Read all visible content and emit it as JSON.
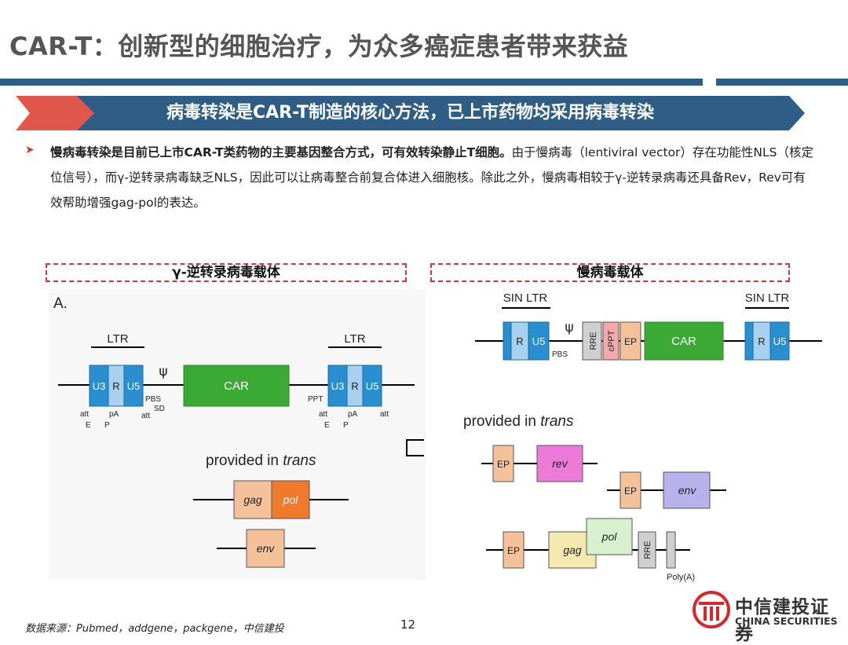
{
  "title": "CAR-T：创新型的细胞治疗，为众多癌症患者带来获益",
  "banner": "病毒转染是CAR-T制造的核心方法，已上市药物均采用病毒转染",
  "paragraph": {
    "bold": "慢病毒转染是目前已上市CAR-T类药物的主要基因整合方式，可有效转染静止T细胞。",
    "rest": "由于慢病毒（lentiviral vector）存在功能性NLS（核定位信号），而γ-逆转录病毒缺乏NLS，因此可以让病毒整合前复合体进入细胞核。除此之外，慢病毒相较于γ-逆转录病毒还具备Rev，Rev可有效帮助增强gag-pol的表达。"
  },
  "left_section": {
    "label": "γ-逆转录病毒载体",
    "panel_letter": "A.",
    "ltr_left": "LTR",
    "ltr_right": "LTR",
    "psi": "ψ",
    "u3": "U3",
    "r": "R",
    "u5": "U5",
    "car": "CAR",
    "pbs_sd": "PBS\nSD",
    "ppt": "PPT",
    "att": "att",
    "e": "E",
    "pa": "pA",
    "p": "P",
    "trans_prefix": "provided in ",
    "trans_italic": "trans",
    "gag": "gag",
    "pol": "pol",
    "env": "env"
  },
  "right_section": {
    "label": "慢病毒载体",
    "sin_ltr_left": "SIN LTR",
    "sin_ltr_right": "SIN LTR",
    "r": "R",
    "u5": "U5",
    "psi": "ψ",
    "pbs": "PBS",
    "rre": "RRE",
    "cppt": "cPPT",
    "ep": "EP",
    "car": "CAR",
    "trans_prefix": "provided in ",
    "trans_italic": "trans",
    "rev": "rev",
    "env": "env",
    "gag": "gag",
    "pol": "pol",
    "polya": "Poly(A)"
  },
  "source": "数据来源：Pubmed，addgene，packgene，中信建投",
  "page_number": "12",
  "logo": {
    "cn": "中信建投证券",
    "en": "CHINA SECURITIES"
  },
  "colors": {
    "brand_blue": "#2e5d85",
    "accent_red": "#e2574c",
    "ltr_blue": "#2a8fd0",
    "r_light": "#a8d1ef",
    "car_green": "#3aaa35",
    "gag_peach": "#f5c19a",
    "pol_orange": "#ef7a2b",
    "rev_pink": "#ec7ad8",
    "env_purple": "#b8b2ec",
    "gag_yellow": "#f4eab0",
    "pol_green": "#d9f0cf"
  }
}
